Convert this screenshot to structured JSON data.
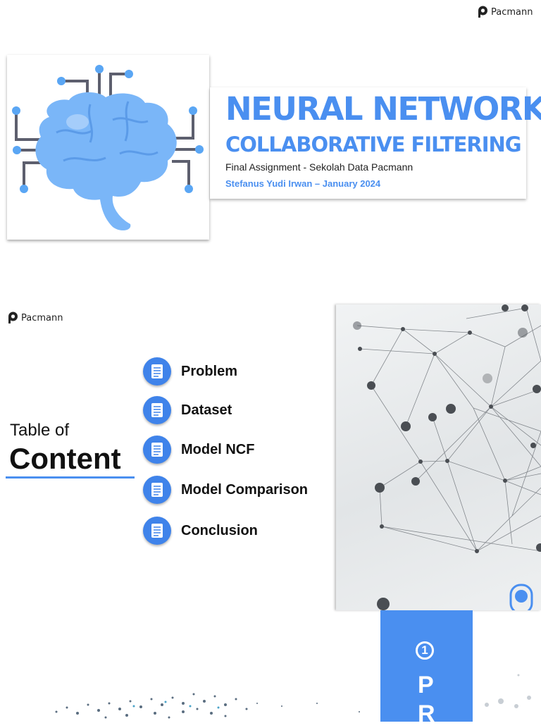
{
  "brand": {
    "name": "Pacmann"
  },
  "cover": {
    "title": "NEURAL NETWORK",
    "subtitle": "COLLABORATIVE FILTERING",
    "assignment": "Final Assignment - Sekolah Data Pacmann",
    "author_line": "Stefanus Yudi Irwan – January 2024",
    "illustration_icon": "brain-circuit-icon"
  },
  "toc": {
    "heading_small": "Table of",
    "heading_big": "Content",
    "items": [
      {
        "label": "Problem",
        "icon": "checklist-icon"
      },
      {
        "label": "Dataset",
        "icon": "checklist-icon"
      },
      {
        "label": "Model NCF",
        "icon": "checklist-icon"
      },
      {
        "label": "Model Comparison",
        "icon": "checklist-icon"
      },
      {
        "label": "Conclusion",
        "icon": "checklist-icon"
      }
    ]
  },
  "section": {
    "number": "1",
    "letters": [
      "P",
      "R"
    ]
  },
  "colors": {
    "accent": "#4a8ff0",
    "icon_circle": "#3f83ea",
    "brain": "#7ab6f8",
    "wire": "#5d5f6e"
  }
}
